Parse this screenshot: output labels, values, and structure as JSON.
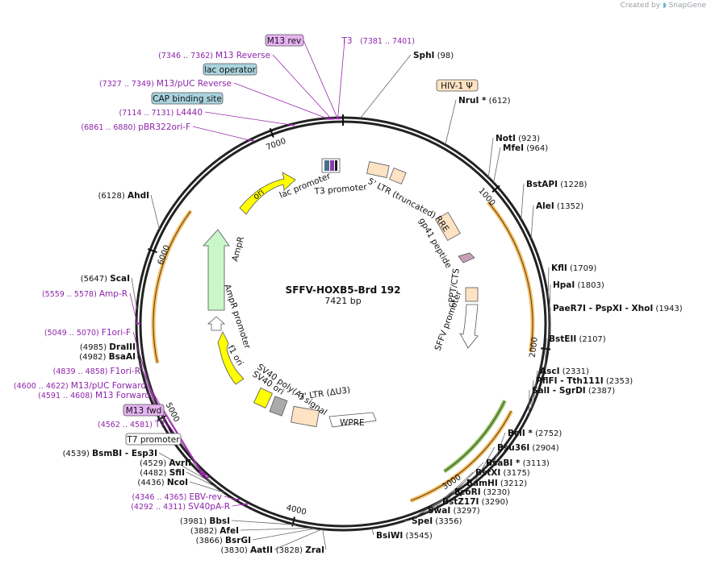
{
  "header": {
    "credit": "Created by",
    "brand": "SnapGene"
  },
  "plasmid": {
    "name": "SFFV-HOXB5-Brd 192",
    "length": 7421,
    "length_label": "7421 bp"
  },
  "ticks": [
    {
      "bp": 1000,
      "label": "1000"
    },
    {
      "bp": 2000,
      "label": "2000"
    },
    {
      "bp": 3000,
      "label": "3000"
    },
    {
      "bp": 4000,
      "label": "4000"
    },
    {
      "bp": 5000,
      "label": "5000"
    },
    {
      "bp": 6000,
      "label": "6000"
    },
    {
      "bp": 7000,
      "label": "7000"
    }
  ],
  "enzymes": [
    {
      "name": "SphI",
      "pos": "(98)",
      "bp": 98
    },
    {
      "name": "NruI *",
      "pos": "(612)",
      "bp": 612
    },
    {
      "name": "NotI",
      "pos": "(923)",
      "bp": 923
    },
    {
      "name": "MfeI",
      "pos": "(964)",
      "bp": 964
    },
    {
      "name": "BstAPI",
      "pos": "(1228)",
      "bp": 1228
    },
    {
      "name": "AleI",
      "pos": "(1352)",
      "bp": 1352
    },
    {
      "name": "KflI",
      "pos": "(1709)",
      "bp": 1709
    },
    {
      "name": "HpaI",
      "pos": "(1803)",
      "bp": 1803
    },
    {
      "name": "PaeR7I - PspXI - XhoI",
      "pos": "(1943)",
      "bp": 1943
    },
    {
      "name": "BstEII",
      "pos": "(2107)",
      "bp": 2107
    },
    {
      "name": "AscI",
      "pos": "(2331)",
      "bp": 2331
    },
    {
      "name": "PflFI - Tth111I",
      "pos": "(2353)",
      "bp": 2353
    },
    {
      "name": "SalI - SgrDI",
      "pos": "(2387)",
      "bp": 2387
    },
    {
      "name": "BclI *",
      "pos": "(2752)",
      "bp": 2752
    },
    {
      "name": "Bsu36I",
      "pos": "(2904)",
      "bp": 2904
    },
    {
      "name": "BsaBI *",
      "pos": "(3113)",
      "bp": 3113
    },
    {
      "name": "BstXI",
      "pos": "(3175)",
      "bp": 3175
    },
    {
      "name": "BamHI",
      "pos": "(3212)",
      "bp": 3212
    },
    {
      "name": "EcoRI",
      "pos": "(3230)",
      "bp": 3230
    },
    {
      "name": "BstZ17I",
      "pos": "(3290)",
      "bp": 3290
    },
    {
      "name": "SwaI",
      "pos": "(3297)",
      "bp": 3297
    },
    {
      "name": "SpeI",
      "pos": "(3356)",
      "bp": 3356
    },
    {
      "name": "BsiWI",
      "pos": "(3545)",
      "bp": 3545
    },
    {
      "name": "ZraI",
      "pos": "(3828)",
      "bp": 3828
    },
    {
      "name": "AatII",
      "pos": "(3830)",
      "bp": 3830
    },
    {
      "name": "BsrGI",
      "pos": "(3866)",
      "bp": 3866
    },
    {
      "name": "AfeI",
      "pos": "(3882)",
      "bp": 3882
    },
    {
      "name": "BbsI",
      "pos": "(3981)",
      "bp": 3981
    },
    {
      "name": "NcoI",
      "pos": "(4436)",
      "bp": 4436
    },
    {
      "name": "SfiI",
      "pos": "(4482)",
      "bp": 4482
    },
    {
      "name": "AvrII",
      "pos": "(4529)",
      "bp": 4529
    },
    {
      "name": "BsmBI - Esp3I",
      "pos": "(4539)",
      "bp": 4539
    },
    {
      "name": "BsaAI",
      "pos": "(4982)",
      "bp": 4982
    },
    {
      "name": "DraIII",
      "pos": "(4985)",
      "bp": 4985
    },
    {
      "name": "ScaI",
      "pos": "(5647)",
      "bp": 5647
    },
    {
      "name": "AhdI",
      "pos": "(6128)",
      "bp": 6128
    }
  ],
  "primers": [
    {
      "name": "M13 rev",
      "range": "",
      "bp": 7390,
      "boxed": true
    },
    {
      "name": "T3",
      "range": "(7381 .. 7401)",
      "bp": 7391
    },
    {
      "name": "M13 Reverse",
      "range": "(7346 .. 7362)",
      "bp": 7354
    },
    {
      "name": "M13/pUC Reverse",
      "range": "(7327 .. 7349)",
      "bp": 7338
    },
    {
      "name": "L4440",
      "range": "(7114 .. 7131)",
      "bp": 7122
    },
    {
      "name": "pBR322ori-F",
      "range": "(6861 .. 6880)",
      "bp": 6870
    },
    {
      "name": "Amp-R",
      "range": "(5559 .. 5578)",
      "bp": 5568
    },
    {
      "name": "F1ori-F",
      "range": "(5049 .. 5070)",
      "bp": 5060
    },
    {
      "name": "F1ori-R",
      "range": "(4839 .. 4858)",
      "bp": 4848
    },
    {
      "name": "M13/pUC Forward",
      "range": "(4600 .. 4622)",
      "bp": 4611
    },
    {
      "name": "M13 Forward",
      "range": "(4591 .. 4608)",
      "bp": 4600
    },
    {
      "name": "M13 fwd",
      "range": "",
      "bp": 4590,
      "boxed": true
    },
    {
      "name": "T7",
      "range": "(4562 .. 4581)",
      "bp": 4571
    },
    {
      "name": "EBV-rev",
      "range": "(4346 .. 4365)",
      "bp": 4355
    },
    {
      "name": "SV40pA-R",
      "range": "(4292 .. 4311)",
      "bp": 4301
    }
  ],
  "boxed_features": [
    {
      "name": "lac operator",
      "color": "#a9d4df"
    },
    {
      "name": "CAP binding site",
      "color": "#a9d4df"
    },
    {
      "name": "HIV-1 Ψ",
      "color": "#fde2c4"
    },
    {
      "name": "T7 promoter",
      "color": "#ffffff"
    },
    {
      "name": "WPRE",
      "color": "#ffffff"
    }
  ],
  "feature_labels": {
    "lac_promoter": "lac promoter",
    "t3_promoter": "T3 promoter",
    "ltr5": "5' LTR (truncated)",
    "rre": "RRE",
    "gp41": "gp41 peptide",
    "cppt": "cPPT/CTS",
    "sffv": "SFFV promoter",
    "ori": "ori",
    "ampr": "AmpR",
    "ampr_promoter": "AmpR promoter",
    "f1ori": "f1 ori",
    "sv40polya": "SV40 poly(A) signal",
    "sv40ori": "SV40 ori",
    "ltr3": "3' LTR (ΔU3)"
  },
  "colors": {
    "ori": "#ffff00",
    "ampr": "#c9f7c9",
    "ltr": "#fde2c4",
    "orange_arc": "#f0a830",
    "green_arc": "#5aae2a",
    "primer": "#9c27b0"
  }
}
